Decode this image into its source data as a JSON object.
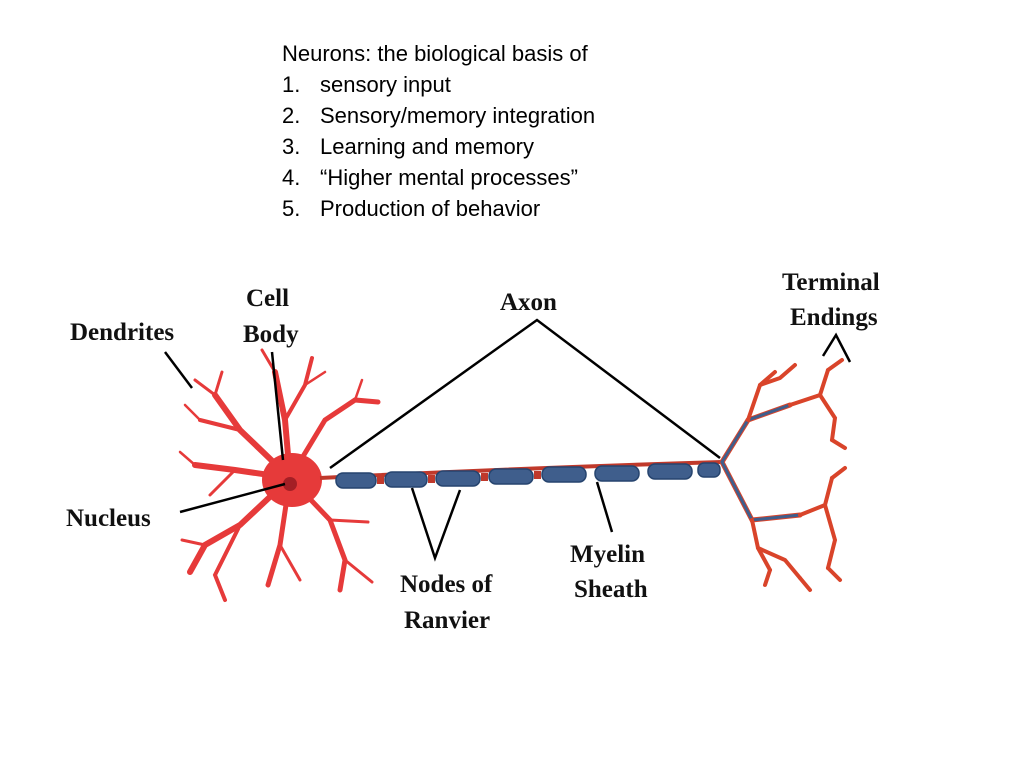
{
  "heading": "Neurons: the biological basis of",
  "list": [
    {
      "num": "1.",
      "text": "sensory input"
    },
    {
      "num": "2.",
      "text": "Sensory/memory integration"
    },
    {
      "num": "3.",
      "text": "Learning and memory"
    },
    {
      "num": "4.",
      "text": "“Higher mental processes”"
    },
    {
      "num": "5.",
      "text": "Production of behavior"
    }
  ],
  "labels": {
    "dendrites": "Dendrites",
    "cell_body_1": "Cell",
    "cell_body_2": "Body",
    "axon": "Axon",
    "terminal_1": "Terminal",
    "terminal_2": "Endings",
    "nucleus": "Nucleus",
    "nodes_1": "Nodes of",
    "nodes_2": "Ranvier",
    "myelin_1": "Myelin",
    "myelin_2": "Sheath"
  },
  "colors": {
    "neuron": "#e63a3a",
    "terminal": "#d9442a",
    "myelin": "#3f5e8c",
    "axon_core": "#c0392b",
    "leader": "#000000"
  }
}
